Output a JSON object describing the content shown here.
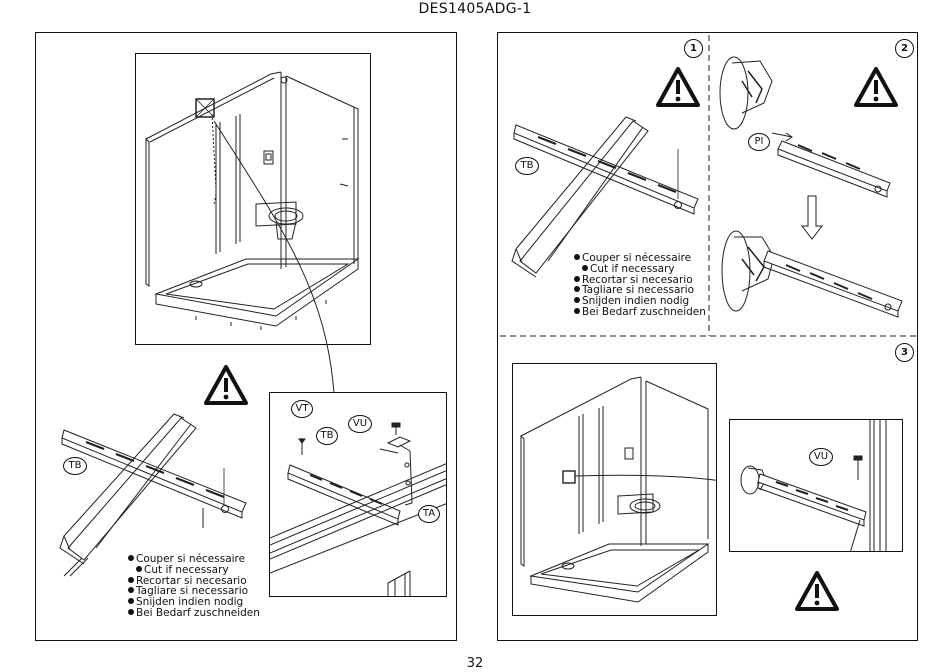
{
  "header": {
    "title": "DES1405ADG-1"
  },
  "footer": {
    "page_number": "32"
  },
  "labels": {
    "TB": "TB",
    "VT": "VT",
    "VU": "VU",
    "TA": "TA",
    "PI": "PI"
  },
  "steps": [
    "1",
    "2",
    "3"
  ],
  "instructions": [
    "Couper si nécessaire",
    "Cut if necessary",
    "Recortar si necesario",
    "Tagliare si necessario",
    "Snijden indien nodig",
    "Bei Bedarf zuschneiden"
  ],
  "icons": [
    "warning-triangle-icon",
    "hacksaw-icon",
    "arrow-down-icon",
    "arrow-right-icon"
  ]
}
